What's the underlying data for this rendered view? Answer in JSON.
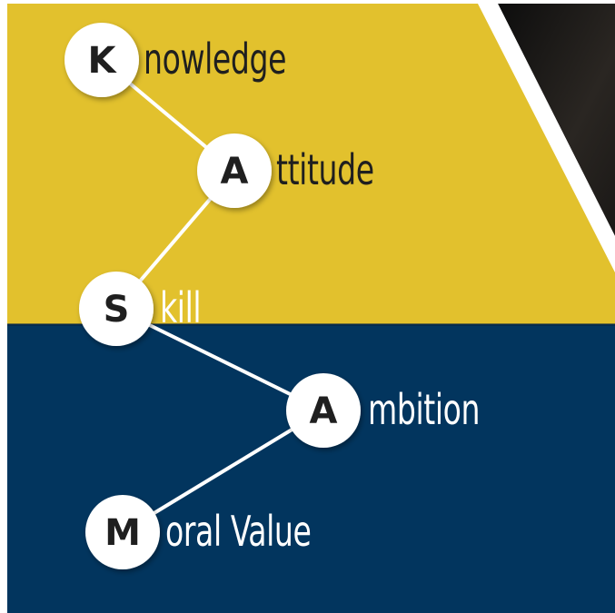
{
  "colors": {
    "upper_band": "#e2c12d",
    "lower_band": "#02355e",
    "upper_text": "#1f1f1f",
    "lower_text": "#ffffff",
    "connector": "#ffffff",
    "photo_dark": "#141414",
    "node_fill": "#ffffff"
  },
  "items": [
    {
      "letter": "K",
      "rest": "nowledge"
    },
    {
      "letter": "A",
      "rest": "ttitude"
    },
    {
      "letter": "S",
      "rest": "kill"
    },
    {
      "letter": "A",
      "rest": "mbition"
    },
    {
      "letter": "M",
      "rest": "oral Value"
    }
  ]
}
